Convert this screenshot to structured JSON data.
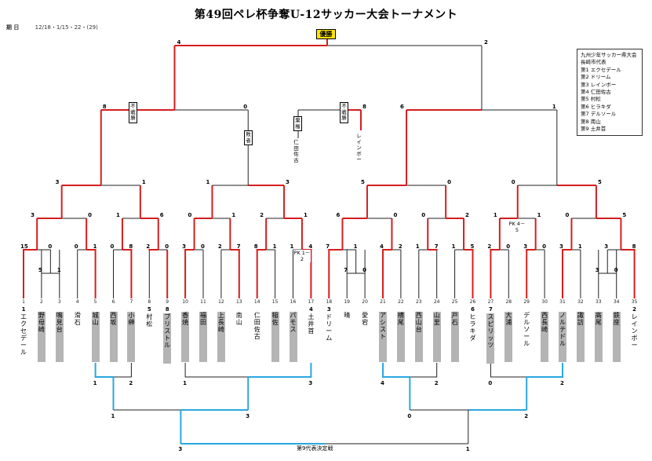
{
  "title": "第49回ペレ杯争奪U-12サッカー大会トーナメント",
  "dates": {
    "label": "期 日",
    "value": "12/18・1/15・22・(29)"
  },
  "champion_label": "優勝",
  "legend": {
    "title": "九州少年サッカー県大会",
    "subtitle": "長崎市代表",
    "items": [
      "第1 エクセデール",
      "第2 ドリーム",
      "第3 レインボー",
      "第4 仁田佐古",
      "第5 村松",
      "第6 ヒラキダ",
      "第7 デルソール",
      "第8 南山",
      "第9 土井首"
    ]
  },
  "teams": [
    {
      "num": "1",
      "name": "エクセデール",
      "shaded": false,
      "seed": "1"
    },
    {
      "num": "2",
      "name": "野母崎",
      "shaded": true,
      "seed": ""
    },
    {
      "num": "3",
      "name": "鳴見台",
      "shaded": true,
      "seed": ""
    },
    {
      "num": "4",
      "name": "滑石",
      "shaded": false,
      "seed": ""
    },
    {
      "num": "5",
      "name": "城山",
      "shaded": true,
      "seed": ""
    },
    {
      "num": "6",
      "name": "西坂",
      "shaded": true,
      "seed": ""
    },
    {
      "num": "7",
      "name": "小榊",
      "shaded": true,
      "seed": ""
    },
    {
      "num": "8",
      "name": "村松",
      "shaded": false,
      "seed": "5"
    },
    {
      "num": "9",
      "name": "ブリストル",
      "shaded": true,
      "seed": "8"
    },
    {
      "num": "10",
      "name": "香焼",
      "shaded": true,
      "seed": ""
    },
    {
      "num": "11",
      "name": "福田",
      "shaded": true,
      "seed": ""
    },
    {
      "num": "12",
      "name": "上長崎",
      "shaded": true,
      "seed": ""
    },
    {
      "num": "13",
      "name": "南山",
      "shaded": false,
      "seed": ""
    },
    {
      "num": "14",
      "name": "仁田佐古",
      "shaded": false,
      "seed": ""
    },
    {
      "num": "15",
      "name": "稲佐",
      "shaded": true,
      "seed": ""
    },
    {
      "num": "16",
      "name": "パモス",
      "shaded": true,
      "seed": ""
    },
    {
      "num": "17",
      "name": "土井首",
      "shaded": false,
      "seed": "4"
    },
    {
      "num": "18",
      "name": "ドリーム",
      "shaded": false,
      "seed": "3"
    },
    {
      "num": "19",
      "name": "晴",
      "shaded": false,
      "seed": ""
    },
    {
      "num": "20",
      "name": "愛宕",
      "shaded": false,
      "seed": ""
    },
    {
      "num": "21",
      "name": "アシスト",
      "shaded": true,
      "seed": ""
    },
    {
      "num": "22",
      "name": "横尾",
      "shaded": true,
      "seed": ""
    },
    {
      "num": "23",
      "name": "西山台",
      "shaded": true,
      "seed": ""
    },
    {
      "num": "24",
      "name": "山里",
      "shaded": true,
      "seed": ""
    },
    {
      "num": "25",
      "name": "戸石",
      "shaded": true,
      "seed": ""
    },
    {
      "num": "26",
      "name": "ヒラキダ",
      "shaded": false,
      "seed": "6"
    },
    {
      "num": "27",
      "name": "スピリッツ",
      "shaded": true,
      "seed": "7"
    },
    {
      "num": "28",
      "name": "大浦",
      "shaded": true,
      "seed": ""
    },
    {
      "num": "29",
      "name": "デルソール",
      "shaded": false,
      "seed": ""
    },
    {
      "num": "30",
      "name": "西長崎",
      "shaded": true,
      "seed": ""
    },
    {
      "num": "31",
      "name": "ノルテドル",
      "shaded": true,
      "seed": ""
    },
    {
      "num": "32",
      "name": "諏訪",
      "shaded": true,
      "seed": ""
    },
    {
      "num": "33",
      "name": "高尾",
      "shaded": true,
      "seed": ""
    },
    {
      "num": "34",
      "name": "鉄座",
      "shaded": true,
      "seed": ""
    },
    {
      "num": "35",
      "name": "レインボー",
      "shaded": false,
      "seed": "2"
    }
  ],
  "notes": {
    "forfeit": "不戦勝",
    "abstain": "棄権",
    "defeat": "敗者",
    "pk1": "PK 1－2",
    "pk2": "PK 4－5",
    "nitasako": "仁田佐古",
    "rainbow": "レインボー",
    "final_label": "第9代表決定戦"
  },
  "scores": {
    "top_left": "4",
    "top_right": "2",
    "sf_l1": "8",
    "sf_l2": "0",
    "sf_r1": "6",
    "sf_r2": "1",
    "extra_8": "8",
    "qf": [
      "3",
      "1",
      "1",
      "3",
      "5",
      "0",
      "0",
      "5"
    ],
    "r2": [
      "3",
      "0",
      "1",
      "6",
      "0",
      "1",
      "2",
      "1",
      "6",
      "0",
      "0",
      "2",
      "1",
      "1",
      "0",
      "5"
    ],
    "r1": [
      "15",
      "0",
      "0",
      "1",
      "0",
      "8",
      "2",
      "0",
      "3",
      "0",
      "2",
      "7",
      "8",
      "1",
      "1",
      "4",
      "7",
      "1",
      "4",
      "2",
      "1",
      "7",
      "1",
      "5",
      "2",
      "0",
      "3",
      "0",
      "3",
      "1",
      "3",
      "8"
    ],
    "r0": [
      "5",
      "1",
      "7",
      "0",
      "3",
      "0"
    ],
    "lower": [
      "1",
      "2",
      "1",
      "3",
      "4",
      "2",
      "0",
      "2"
    ],
    "lower2": [
      "1",
      "3",
      "0",
      "2"
    ],
    "lower_final": [
      "3",
      "1"
    ]
  }
}
